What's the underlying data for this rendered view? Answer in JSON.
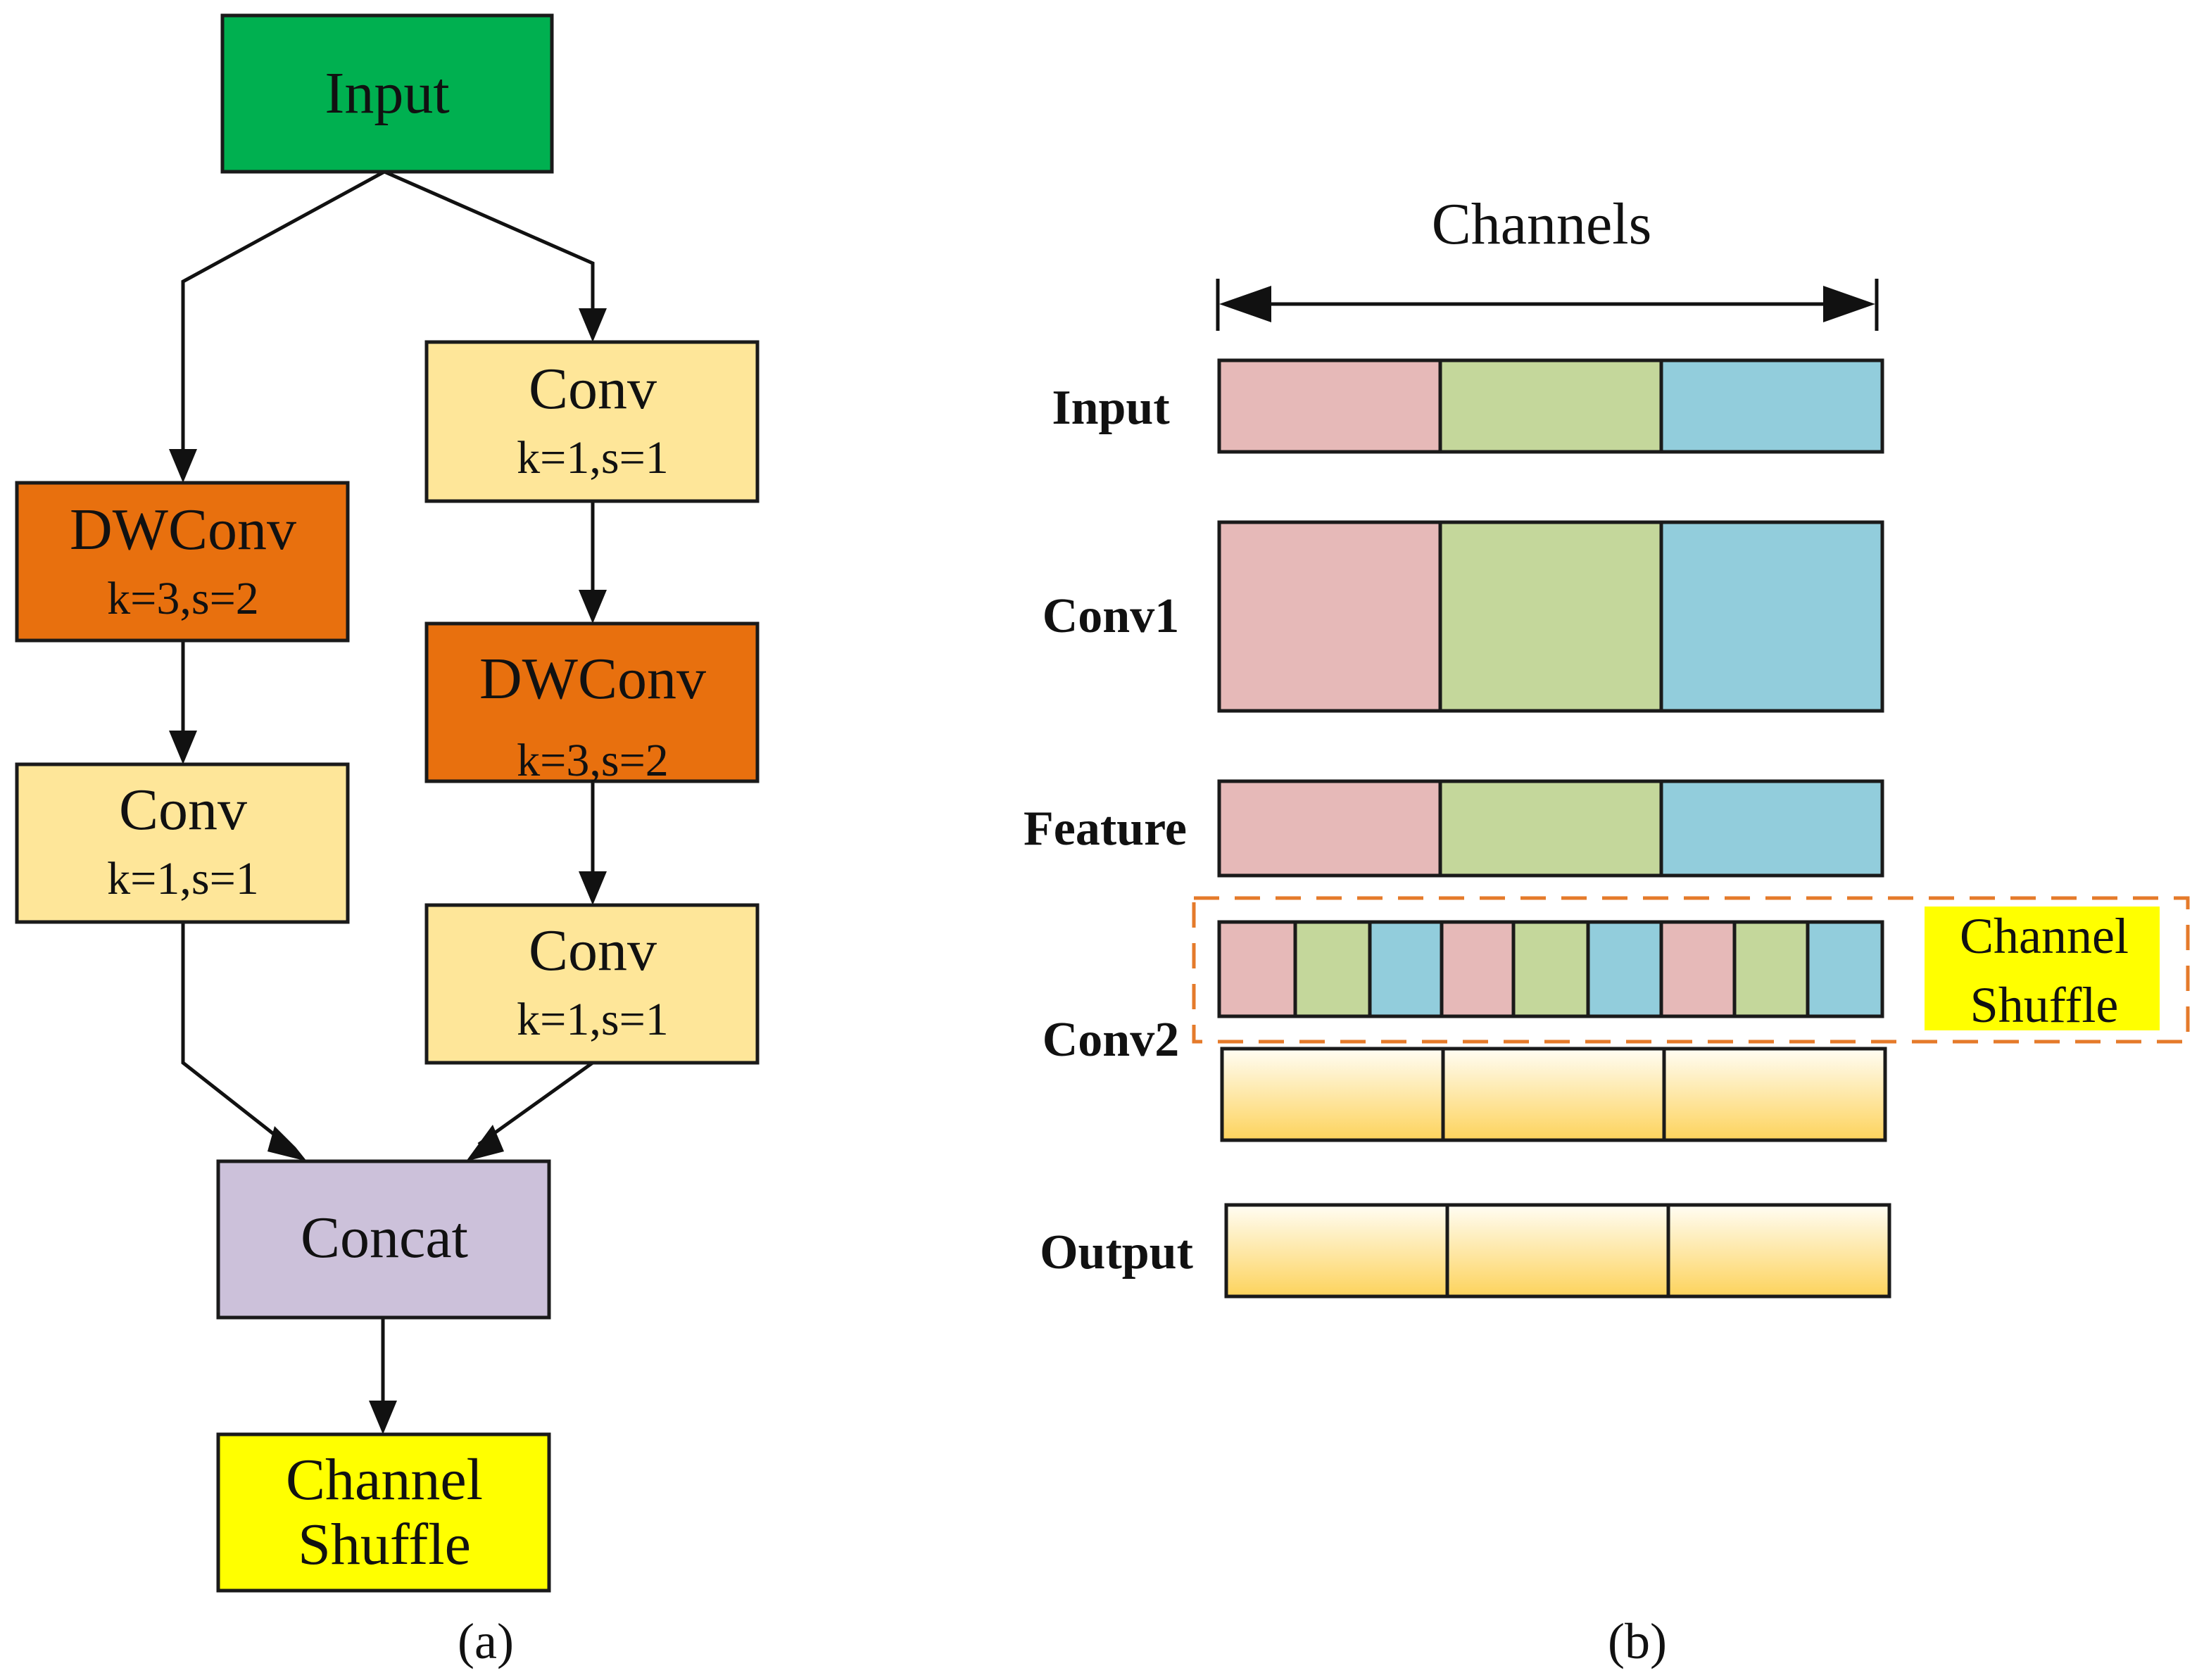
{
  "panel_a": {
    "caption": "(a)",
    "nodes": {
      "input": {
        "title": "Input",
        "color": "#00b050"
      },
      "dwconv_left": {
        "title": "DWConv",
        "params": "k=3,s=2",
        "color": "#e8700e"
      },
      "conv_left": {
        "title": "Conv",
        "params": "k=1,s=1",
        "color": "#fee699"
      },
      "conv_right_top": {
        "title": "Conv",
        "params": "k=1,s=1",
        "color": "#fee699"
      },
      "dwconv_right": {
        "title": "DWConv",
        "params": "k=3,s=2",
        "color": "#e8700e"
      },
      "conv_right_bottom": {
        "title": "Conv",
        "params": "k=1,s=1",
        "color": "#fee699"
      },
      "concat": {
        "title": "Concat",
        "color": "#ccc1da"
      },
      "shuffle": {
        "title_line1": "Channel",
        "title_line2": "Shuffle",
        "color": "#ffff00"
      }
    }
  },
  "panel_b": {
    "caption": "(b)",
    "channels_label": "Channels",
    "rows": {
      "input": "Input",
      "conv1": "Conv1",
      "feature": "Feature",
      "conv2": "Conv2",
      "output": "Output"
    },
    "shuffle_note": {
      "line1": "Channel",
      "line2": "Shuffle",
      "color": "#ffff00"
    },
    "group_colors": [
      "#e6b9b8",
      "#c4d79b",
      "#92cddc"
    ],
    "dashed_border_color": "#e57a2a"
  }
}
